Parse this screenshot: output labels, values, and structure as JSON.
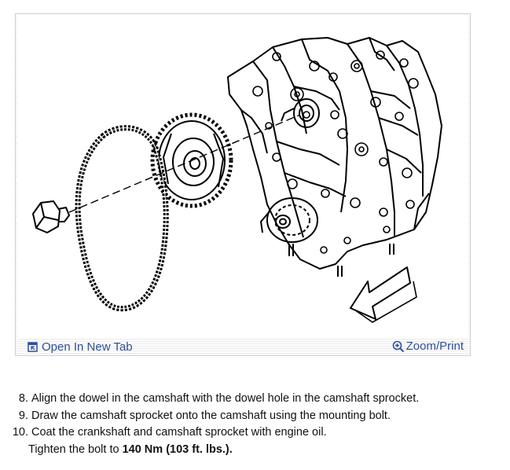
{
  "figure": {
    "open_tab_label": "Open In New Tab",
    "zoom_label": "Zoom/Print",
    "link_color": "#2d4f9a",
    "open_icon": "open-in-new-tab-icon",
    "zoom_icon": "zoom-magnifier-icon"
  },
  "steps": [
    {
      "number": "8.",
      "text": "Align the dowel in the camshaft with the dowel hole in the camshaft sprocket."
    },
    {
      "number": "9.",
      "text": "Draw the camshaft sprocket onto the camshaft using the mounting bolt."
    },
    {
      "number": "10.",
      "text": "Coat the crankshaft and camshaft sprocket with engine oil."
    }
  ],
  "note": {
    "prefix": "Tighten the bolt to ",
    "torque": "140 Nm (103 ft. lbs.)",
    "suffix": "."
  }
}
